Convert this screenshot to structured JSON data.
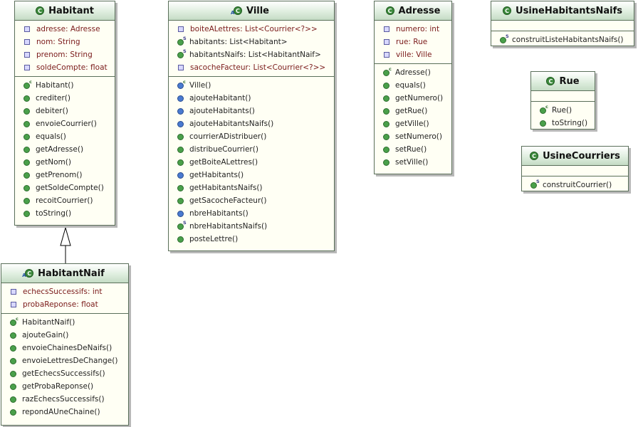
{
  "classes": {
    "habitant": {
      "name": "Habitant",
      "fields": [
        "adresse: Adresse",
        "nom: String",
        "prenom: String",
        "soldeCompte: float"
      ],
      "methods": [
        "Habitant()",
        "crediter()",
        "debiter()",
        "envoieCourrier()",
        "equals()",
        "getAdresse()",
        "getNom()",
        "getPrenom()",
        "getSoldeCompte()",
        "recoitCourrier()",
        "toString()"
      ]
    },
    "ville": {
      "name": "Ville",
      "fields": [
        "boiteALettres: List<Courrier<?>>",
        "habitants: List<Habitant>",
        "habitantsNaifs: List<HabitantNaif>",
        "sacocheFacteur: List<Courrier<?>>"
      ],
      "methods": [
        "Ville()",
        "ajouteHabitant()",
        "ajouteHabitants()",
        "ajouteHabitantsNaifs()",
        "courrierADistribuer()",
        "distribueCourrier()",
        "getBoiteALettres()",
        "getHabitants()",
        "getHabitantsNaifs()",
        "getSacocheFacteur()",
        "nbreHabitants()",
        "nbreHabitantsNaifs()",
        "posteLettre()"
      ]
    },
    "adresse": {
      "name": "Adresse",
      "fields": [
        "numero: int",
        "rue: Rue",
        "ville: Ville"
      ],
      "methods": [
        "Adresse()",
        "equals()",
        "getNumero()",
        "getRue()",
        "getVille()",
        "setNumero()",
        "setRue()",
        "setVille()"
      ]
    },
    "usine_habitants_naifs": {
      "name": "UsineHabitantsNaifs",
      "methods": [
        "construitListeHabitantsNaifs()"
      ]
    },
    "rue": {
      "name": "Rue",
      "methods": [
        "Rue()",
        "toString()"
      ]
    },
    "usine_courriers": {
      "name": "UsineCourriers",
      "methods": [
        "construitCourrier()"
      ]
    },
    "habitant_naif": {
      "name": "HabitantNaif",
      "fields": [
        "echecsSuccessifs: int",
        "probaReponse: float"
      ],
      "methods": [
        "HabitantNaif()",
        "ajouteGain()",
        "envoieChainesDeNaifs()",
        "envoieLettresDeChange()",
        "getEchecsSuccessifs()",
        "getProbaReponse()",
        "razEchecsSuccessifs()",
        "repondAUneChaine()"
      ]
    }
  },
  "header_icon": "C",
  "constructor_marker": "c",
  "static_marker": "S",
  "relations": [
    {
      "from": "HabitantNaif",
      "to": "Habitant",
      "type": "generalization"
    }
  ]
}
